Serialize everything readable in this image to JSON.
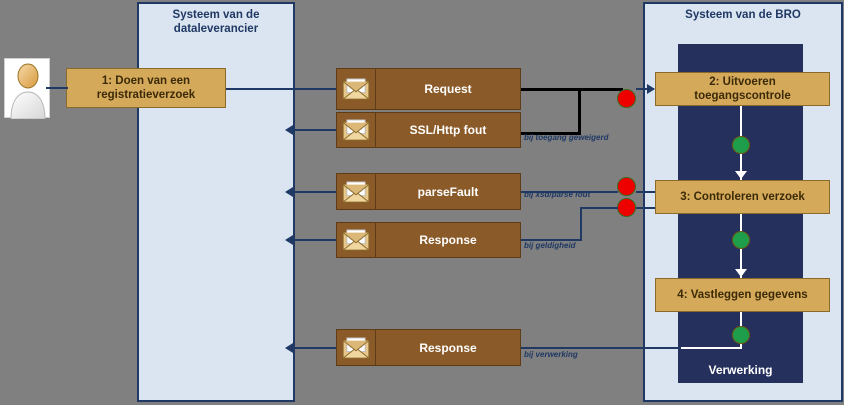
{
  "lanes": [
    {
      "id": "dataleverancier",
      "title": "Systeem van de dataleverancier"
    },
    {
      "id": "bro",
      "title": "Systeem van de BRO"
    }
  ],
  "actor": {
    "name": "actor-person",
    "icon": "user-icon"
  },
  "steps": [
    {
      "id": "step1",
      "label": "1: Doen van een registratieverzoek"
    },
    {
      "id": "step2",
      "label": "2: Uitvoeren toegangscontrole"
    },
    {
      "id": "step3",
      "label": "3:  Controleren verzoek"
    },
    {
      "id": "step4",
      "label": "4: Vastleggen gegevens"
    }
  ],
  "messages": [
    {
      "id": "msg-request",
      "label": "Request",
      "icon": "envelope-icon"
    },
    {
      "id": "msg-sslfout",
      "label": "SSL/Http fout",
      "icon": "envelope-icon"
    },
    {
      "id": "msg-parsefault",
      "label": "parseFault",
      "icon": "envelope-icon"
    },
    {
      "id": "msg-response-1",
      "label": "Response",
      "icon": "envelope-icon"
    },
    {
      "id": "msg-response-2",
      "label": "Response",
      "icon": "envelope-icon"
    }
  ],
  "notes": [
    {
      "id": "note-toegang",
      "text": "bij toegang geweigerd"
    },
    {
      "id": "note-parse",
      "text": "bij xsd/parse fout"
    },
    {
      "id": "note-geldig",
      "text": "bij geldigheid"
    },
    {
      "id": "note-verwerk",
      "text": "bij verwerking"
    }
  ],
  "processing_label": "Verwerking",
  "colors": {
    "lane_fill": "#dbe5f1",
    "lane_border": "#1f3864",
    "bro_column": "#25315c",
    "process_box": "#d5a95a",
    "message_box": "#8a5a28",
    "connector": "#1f3864",
    "error_dot": "#ee0000",
    "ok_dot": "#1e9e4a",
    "background": "#808080"
  }
}
